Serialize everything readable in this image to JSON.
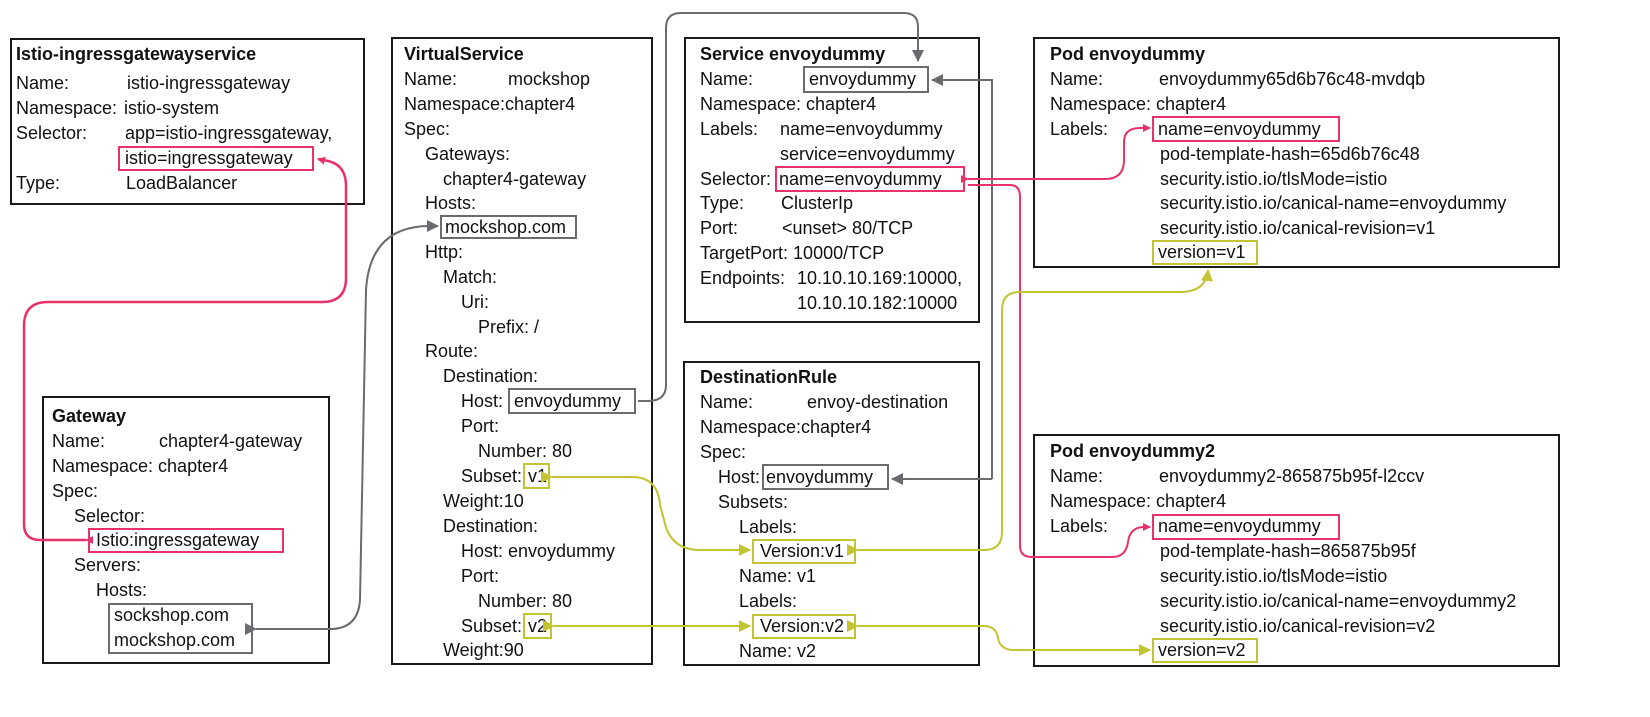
{
  "colors": {
    "red": "#e8326a",
    "gray": "#6d6a6f",
    "olive": "#c2c433",
    "border": "#1a1a1a"
  },
  "ingress": {
    "title": "Istio-ingressgatewayservice",
    "name_key": "Name:",
    "name_val": "istio-ingressgateway",
    "ns_key": "Namespace:",
    "ns_val": "istio-system",
    "sel_key": "Selector:",
    "sel_val1": "app=istio-ingressgateway,",
    "sel_val2": "istio=ingressgateway",
    "type_key": "Type:",
    "type_val": "LoadBalancer"
  },
  "gateway": {
    "title": "Gateway",
    "name_key": "Name:",
    "name_val": "chapter4-gateway",
    "ns": "Namespace: chapter4",
    "spec": "Spec:",
    "selector": "Selector:",
    "selector_val": "Istio:ingressgateway",
    "servers": "Servers:",
    "hosts": "Hosts:",
    "host1": "sockshop.com",
    "host2": "mockshop.com"
  },
  "vs": {
    "title": "VirtualService",
    "name_key": "Name:",
    "name_val": "mockshop",
    "ns": "Namespace:chapter4",
    "spec": "Spec:",
    "gateways": "Gateways:",
    "gateway_val": "chapter4-gateway",
    "hosts": "Hosts:",
    "host_val": "mockshop.com",
    "http": "Http:",
    "match": "Match:",
    "uri": "Uri:",
    "prefix": "Prefix: /",
    "route": "Route:",
    "dest1": "Destination:",
    "host1_key": "Host:",
    "host1_val": "envoydummy",
    "port1": "Port:",
    "number1": "Number: 80",
    "subset1_key": "Subset:",
    "subset1_val": "v1",
    "weight1": "Weight:10",
    "dest2": "Destination:",
    "host2": "Host:  envoydummy",
    "port2": "Port:",
    "number2": "Number: 80",
    "subset2_key": "Subset:",
    "subset2_val": "v2",
    "weight2": "Weight:90"
  },
  "svc": {
    "title": "Service envoydummy",
    "name_key": "Name:",
    "name_val": "envoydummy",
    "ns": "Namespace: chapter4",
    "labels_key": "Labels:",
    "label1": "name=envoydummy",
    "label2": "service=envoydummy",
    "sel_key": "Selector:",
    "sel_val": "name=envoydummy",
    "type_key": "Type:",
    "type_val": "ClusterIp",
    "port_key": "Port:",
    "port_val": "<unset> 80/TCP",
    "tport": "TargetPort: 10000/TCP",
    "ep_key": "Endpoints:",
    "ep1": "10.10.10.169:10000,",
    "ep2": "10.10.10.182:10000"
  },
  "dr": {
    "title": "DestinationRule",
    "name_key": "Name:",
    "name_val": "envoy-destination",
    "ns": "Namespace:chapter4",
    "spec": "Spec:",
    "host_key": "Host:",
    "host_val": "envoydummy",
    "subsets": "Subsets:",
    "labels1": "Labels:",
    "version1": "Version:v1",
    "name1": "Name: v1",
    "labels2": "Labels:",
    "version2": "Version:v2",
    "name2": "Name: v2"
  },
  "pod1": {
    "title": "Pod envoydummy",
    "name_key": "Name:",
    "name_val": "envoydummy65d6b76c48-mvdqb",
    "ns": "Namespace: chapter4",
    "labels_key": "Labels:",
    "l1": "name=envoydummy",
    "l2": "pod-template-hash=65d6b76c48",
    "l3": "security.istio.io/tlsMode=istio",
    "l4": "security.istio.io/canical-name=envoydummy",
    "l5": "security.istio.io/canical-revision=v1",
    "l6": "version=v1"
  },
  "pod2": {
    "title": "Pod envoydummy2",
    "name_key": "Name:",
    "name_val": "envoydummy2-865875b95f-l2ccv",
    "ns": "Namespace: chapter4",
    "labels_key": "Labels:",
    "l1": "name=envoydummy",
    "l2": "pod-template-hash=865875b95f",
    "l3": "security.istio.io/tlsMode=istio",
    "l4": "security.istio.io/canical-name=envoydummy2",
    "l5": "security.istio.io/canical-revision=v2",
    "l6": "version=v2"
  }
}
